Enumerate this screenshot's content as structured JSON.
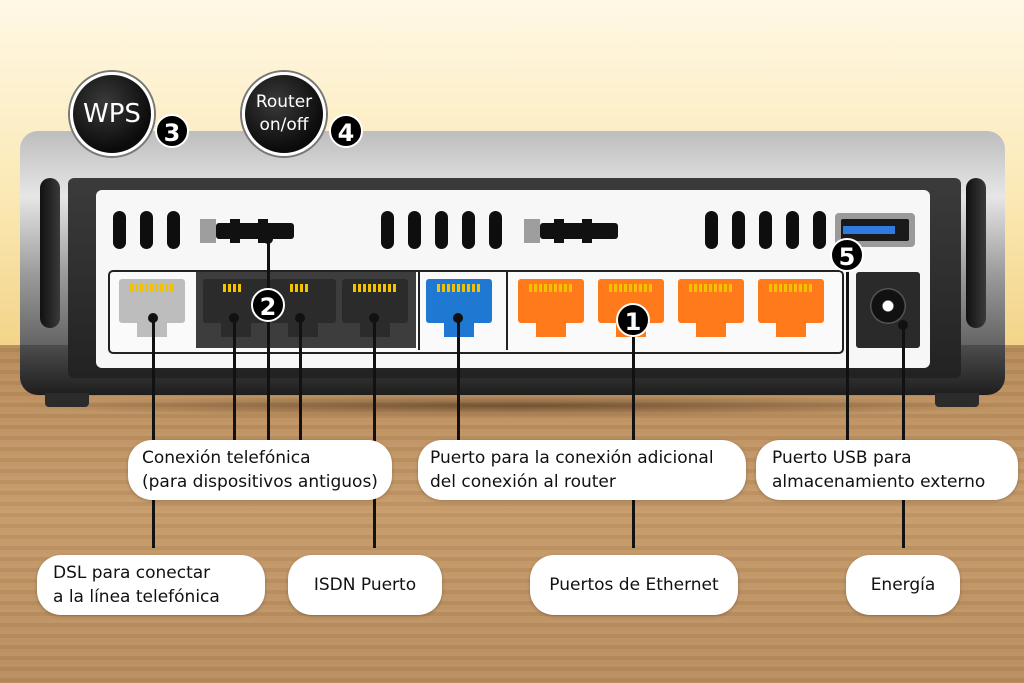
{
  "buttons": {
    "wps": "WPS",
    "router_onoff": "Router\non/off"
  },
  "markers": {
    "m1": "1",
    "m2": "2",
    "m3": "3",
    "m4": "4",
    "m5": "5"
  },
  "labels": {
    "telefonica": "Conexión telefónica\n(para dispositivos antiguos)",
    "puerto_adicional": "Puerto para la conexión adicional\ndel conexión al router",
    "usb": "Puerto USB para\nalmacenamiento externo",
    "dsl": "DSL para conectar\na la línea telefónica",
    "isdn": "ISDN Puerto",
    "ethernet": "Puertos de Ethernet",
    "energia": "Energía"
  },
  "colors": {
    "ethernet_ports": "#ff7a1a",
    "wan_port": "#1f78d1",
    "dsl_port": "#bdbdbd",
    "phone_ports": "#2b2b2b",
    "usb_accent": "#2f7be0"
  }
}
